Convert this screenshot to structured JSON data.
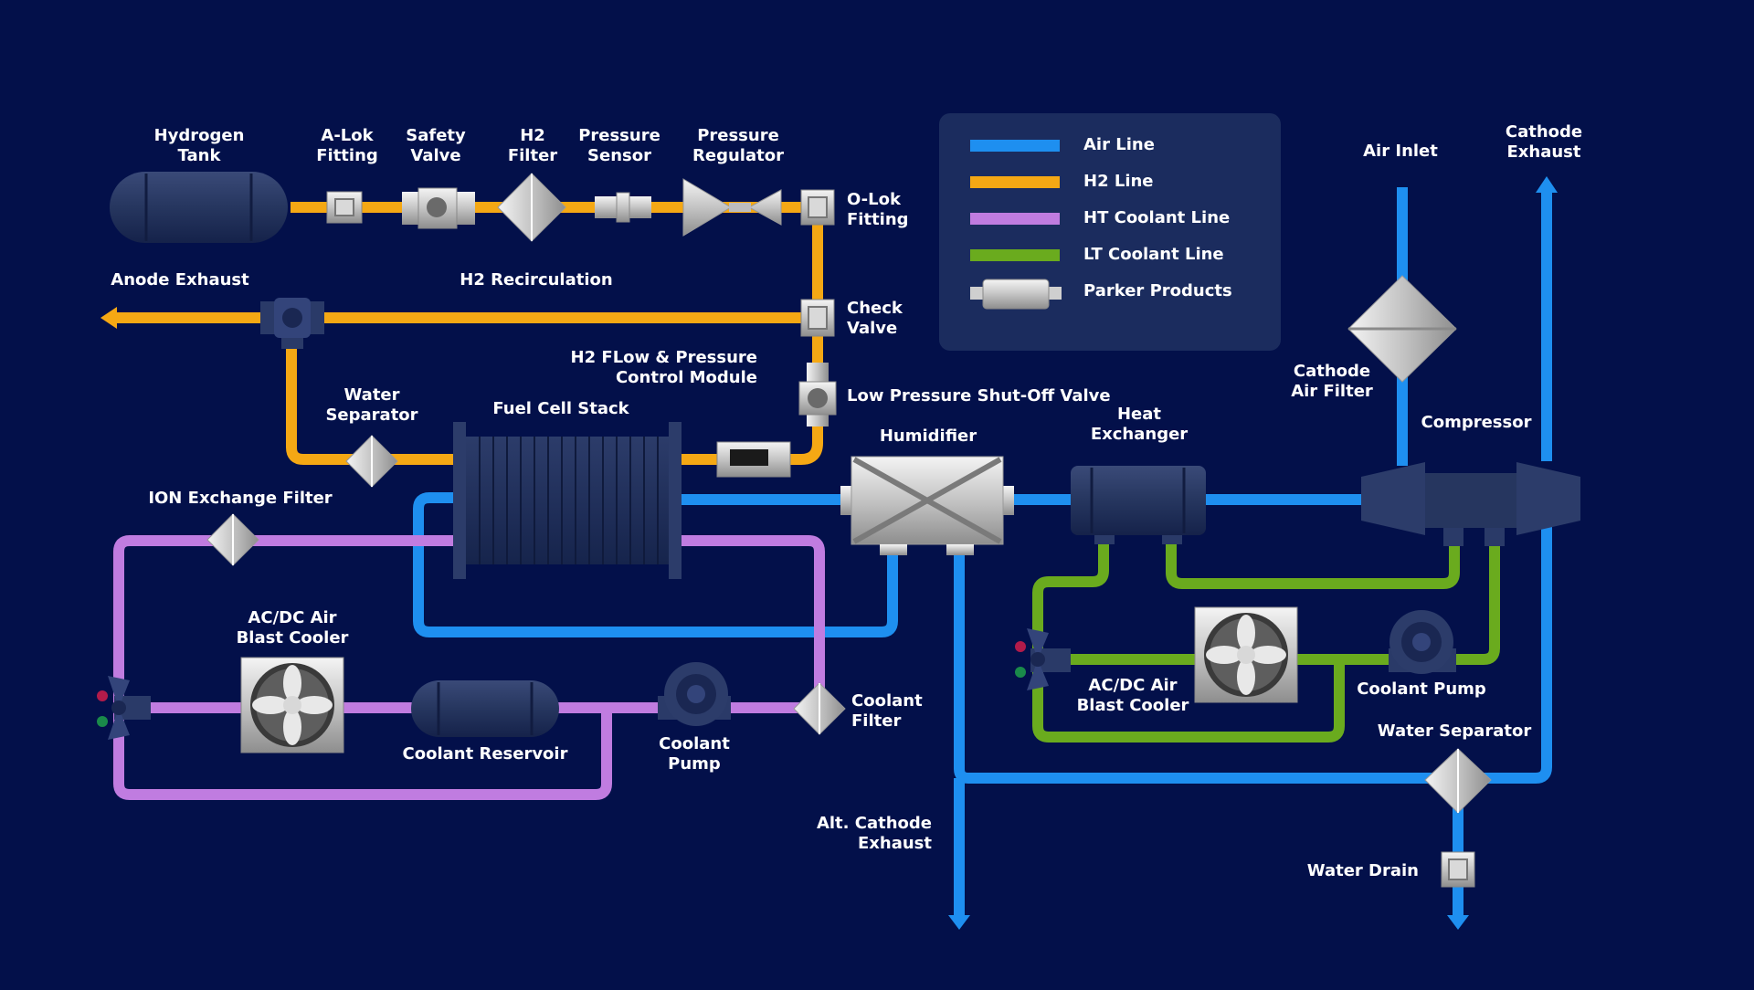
{
  "colors": {
    "background": "#03104a",
    "air_line": "#1e8ff0",
    "h2_line": "#f5a814",
    "ht_coolant_line": "#c07ce0",
    "lt_coolant_line": "#6aab1e",
    "component_dark": "#1e2e5a",
    "component_light": "#dcdcdc"
  },
  "legend": {
    "items": [
      {
        "label": "Air Line",
        "color": "#1e8ff0",
        "kind": "line"
      },
      {
        "label": "H2 Line",
        "color": "#f5a814",
        "kind": "line"
      },
      {
        "label": "HT Coolant Line",
        "color": "#c07ce0",
        "kind": "line"
      },
      {
        "label": "LT Coolant Line",
        "color": "#6aab1e",
        "kind": "line"
      },
      {
        "label": "Parker Products",
        "color": "#dcdcdc",
        "kind": "component"
      }
    ]
  },
  "labels": {
    "hydrogen_tank": "Hydrogen\nTank",
    "a_lok_fitting": "A-Lok\nFitting",
    "safety_valve": "Safety\nValve",
    "h2_filter": "H2\nFilter",
    "pressure_sensor": "Pressure\nSensor",
    "pressure_regulator": "Pressure\nRegulator",
    "o_lok_fitting": "O-Lok\nFitting",
    "anode_exhaust": "Anode Exhaust",
    "h2_recirculation": "H2 Recirculation",
    "check_valve": "Check\nValve",
    "h2_flow_module": "H2 FLow & Pressure\nControl Module",
    "low_pressure_valve": "Low Pressure Shut-Off Valve",
    "water_separator_left": "Water\nSeparator",
    "fuel_cell_stack": "Fuel Cell Stack",
    "ion_exchange_filter": "ION Exchange Filter",
    "humidifier": "Humidifier",
    "heat_exchanger": "Heat\nExchanger",
    "air_inlet": "Air Inlet",
    "cathode_exhaust": "Cathode\nExhaust",
    "cathode_air_filter": "Cathode\nAir Filter",
    "compressor": "Compressor",
    "ac_dc_cooler_left": "AC/DC Air\nBlast Cooler",
    "coolant_reservoir": "Coolant Reservoir",
    "coolant_pump_left": "Coolant\nPump",
    "coolant_filter": "Coolant\nFilter",
    "ac_dc_cooler_right": "AC/DC Air\nBlast Cooler",
    "coolant_pump_right": "Coolant Pump",
    "water_separator_right": "Water Separator",
    "alt_cathode_exhaust": "Alt. Cathode\nExhaust",
    "water_drain": "Water Drain"
  }
}
